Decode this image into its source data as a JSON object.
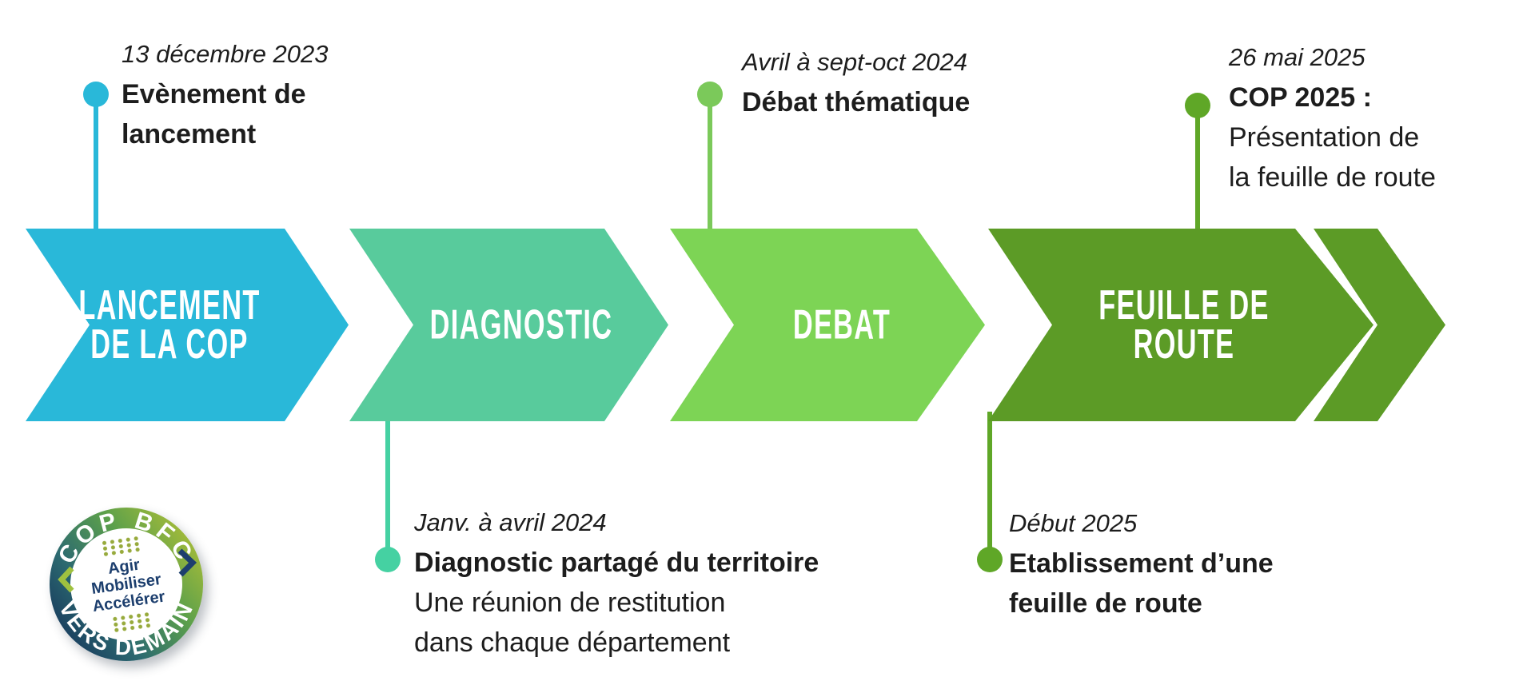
{
  "page": {
    "background": "#ffffff",
    "text_color": "#1d1d1d"
  },
  "phases": [
    {
      "label": "LANCEMENT\nDE LA COP",
      "color": "#29b8d9"
    },
    {
      "label": "DIAGNOSTIC",
      "color": "#58cb9c"
    },
    {
      "label": "DEBAT",
      "color": "#7dd455"
    },
    {
      "label": "FEUILLE DE ROUTE",
      "color": "#5c9b26"
    }
  ],
  "trailing_arrow": {
    "color": "#5c9b26"
  },
  "milestones": {
    "top_left": {
      "date": "13 décembre 2023",
      "title": "Evènement de\nlancement",
      "color": "#29b8d9"
    },
    "top_middle": {
      "date": "Avril à sept-oct 2024",
      "title": "Débat thématique",
      "color": "#7bc95a"
    },
    "top_right": {
      "date": "26 mai 2025",
      "title": "COP 2025 :",
      "body": "Présentation de\nla feuille de route",
      "color": "#5fa727"
    },
    "bottom_left": {
      "date": "Janv. à avril 2024",
      "title": "Diagnostic partagé du territoire",
      "body": "Une réunion de restitution\ndans chaque département",
      "color": "#45d1a2"
    },
    "bottom_right": {
      "date": "Début 2025",
      "title": "Etablissement d’une\nfeuille de route",
      "color": "#5fa727"
    }
  },
  "logo": {
    "arc_top": "COP BFC",
    "arc_bottom": "VERS DEMAIN",
    "center_text": "Agir\nMobiliser\nAccélérer",
    "navy": "#1d3f6e",
    "olive": "#a9bd38",
    "light_green": "#9fc13f"
  }
}
